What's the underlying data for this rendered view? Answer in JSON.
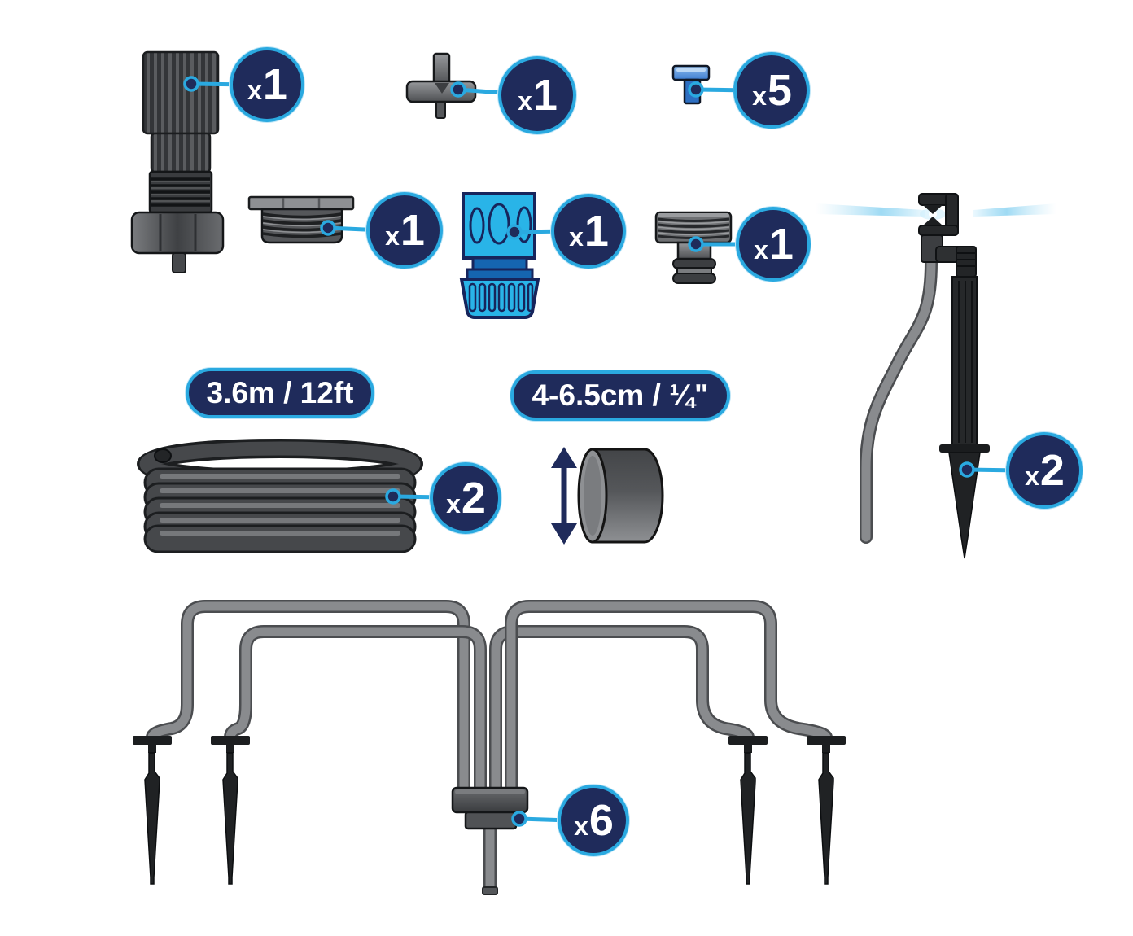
{
  "colors": {
    "badge_navy": "#1f2b5b",
    "accent_blue": "#2aa9e0",
    "spray_blue": "#8ed4f2",
    "connector_cyan": "#29b4e8"
  },
  "labels": {
    "tube_length": "3.6m / 12ft",
    "diameter_range": "4-6.5cm / ¼\""
  },
  "parts": [
    {
      "id": "inline-filter",
      "symbol": "x",
      "count": "1"
    },
    {
      "id": "tee-connector",
      "symbol": "x",
      "count": "1"
    },
    {
      "id": "blue-plug",
      "symbol": "x",
      "count": "5"
    },
    {
      "id": "threaded-adapter",
      "symbol": "x",
      "count": "1"
    },
    {
      "id": "hose-quick-connector",
      "symbol": "x",
      "count": "1"
    },
    {
      "id": "tap-connector",
      "symbol": "x",
      "count": "1"
    },
    {
      "id": "tubing-coil",
      "symbol": "x",
      "count": "2"
    },
    {
      "id": "sprinkler-stake",
      "symbol": "x",
      "count": "2"
    },
    {
      "id": "dripper-manifold",
      "symbol": "x",
      "count": "6"
    }
  ]
}
